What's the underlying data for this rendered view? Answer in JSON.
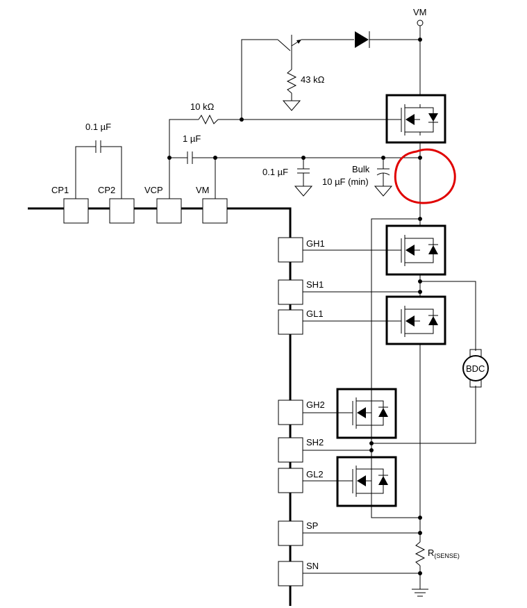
{
  "labels": {
    "vm_supply": "VM",
    "r_base": "43 kΩ",
    "r_charge": "10 kΩ",
    "c_flying": "0.1 µF",
    "c_vcp": "1 µF",
    "c_vm": "0.1 µF",
    "c_bulk_name": "Bulk",
    "c_bulk_value": "10 µF (min)",
    "motor": "BDC",
    "r_sense": "R",
    "r_sense_sub": "(SENSE)"
  },
  "pins": {
    "cp1": "CP1",
    "cp2": "CP2",
    "vcp": "VCP",
    "vm": "VM",
    "gh1": "GH1",
    "sh1": "SH1",
    "gl1": "GL1",
    "gh2": "GH2",
    "sh2": "SH2",
    "gl2": "GL2",
    "sp": "SP",
    "sn": "SN"
  },
  "annotation": {
    "circle_color": "#e00000"
  }
}
